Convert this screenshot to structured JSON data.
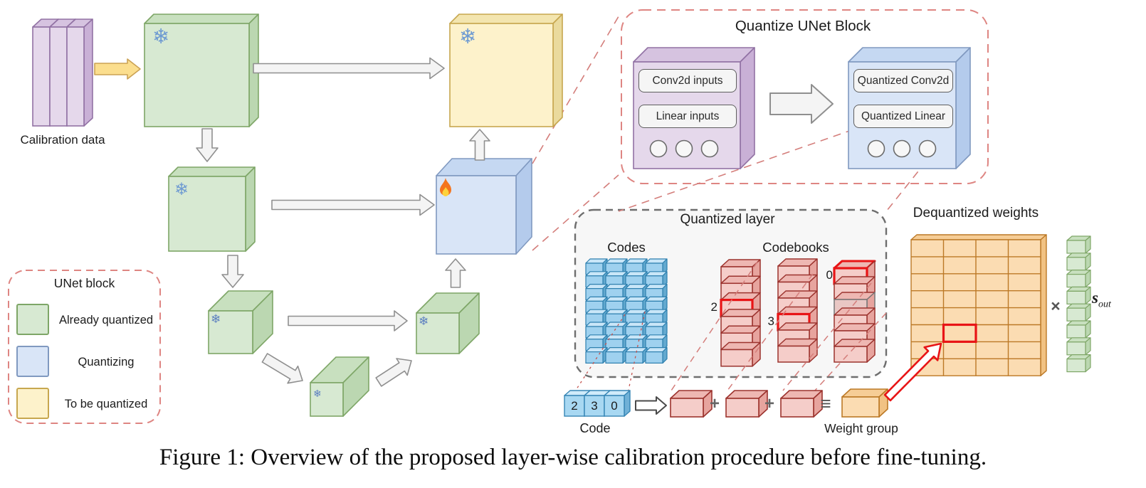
{
  "figure": {
    "caption": "Figure 1: Overview of the proposed layer-wise calibration procedure before fine-tuning."
  },
  "calibration": {
    "label": "Calibration data"
  },
  "legend": {
    "title": "UNet block",
    "items": [
      {
        "label": "Already quantized",
        "color": "#D7E9D2"
      },
      {
        "label": "Quantizing",
        "color": "#D9E5F7"
      },
      {
        "label": "To be quantized",
        "color": "#FDF2CB"
      }
    ]
  },
  "quantize_block_panel": {
    "title": "Quantize UNet Block",
    "source_box": {
      "items": [
        "Conv2d inputs",
        "Linear inputs"
      ]
    },
    "target_box": {
      "items": [
        "Quantized Conv2d",
        "Quantized Linear"
      ]
    }
  },
  "quantized_layer_panel": {
    "title": "Quantized layer",
    "codes_label": "Codes",
    "codebooks_label": "Codebooks",
    "codes_grid": {
      "cols": 4,
      "rows": 8
    },
    "codebooks": [
      {
        "cells": 6,
        "highlight_index": 2,
        "highlight_label": "2"
      },
      {
        "cells": 6,
        "highlight_index": 3,
        "highlight_label": "3"
      },
      {
        "cells": 6,
        "highlight_index": 0,
        "highlight_label": "0",
        "gray_index": 2
      }
    ]
  },
  "dequantized": {
    "title": "Dequantized weights",
    "grid": {
      "cols": 4,
      "rows": 8,
      "highlight_row": 5,
      "highlight_col": 1
    },
    "times": "×",
    "scale_label": {
      "base": "s",
      "sub": "out"
    },
    "scale_cells": 8
  },
  "decode": {
    "code_cells": [
      "2",
      "3",
      "0"
    ],
    "code_label": "Code",
    "plus": "+",
    "equiv": "≡",
    "weight_label": "Weight group"
  },
  "icons": {
    "snowflake": "❄"
  },
  "colors": {
    "already_quantized_green": "#D7E9D2",
    "quantizing_blue": "#D9E5F7",
    "to_be_quantized_yellow": "#FDF2CB",
    "highlight_red": "#E81416",
    "dashed_annotation_red": "#D47E7B"
  }
}
